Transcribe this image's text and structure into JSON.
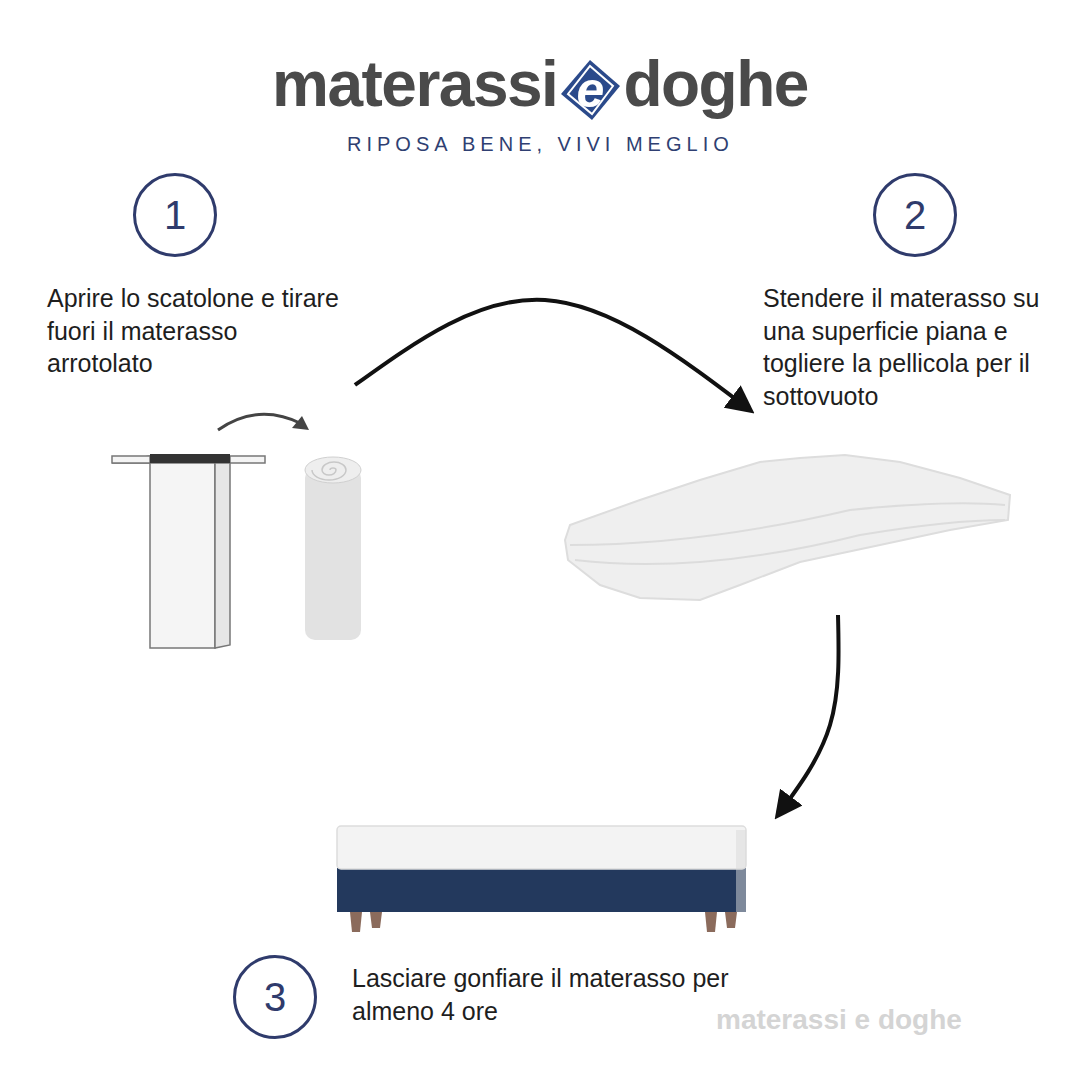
{
  "diagram": {
    "nodes": [
      {
        "text": [
          "1",
          "Aprire lo scatolone e tirare fuori il materasso arrotolato"
        ]
      },
      {
        "text": [
          "2",
          "Stendere il materasso su una superficie piana e togliere la pellicola per il sottovuoto"
        ]
      },
      {
        "text": [
          "3",
          "Lasciare gonfiare il materasso per almeno 4 ore"
        ]
      }
    ],
    "edges": [
      {
        "from": 0,
        "to": 1,
        "arrow": "to"
      },
      {
        "from": 1,
        "to": 2,
        "arrow": "to"
      }
    ],
    "labels": [
      "materassi",
      "e",
      "doghe",
      "RIPOSA BENE, VIVI MEGLIO",
      "materassi e doghe"
    ]
  }
}
